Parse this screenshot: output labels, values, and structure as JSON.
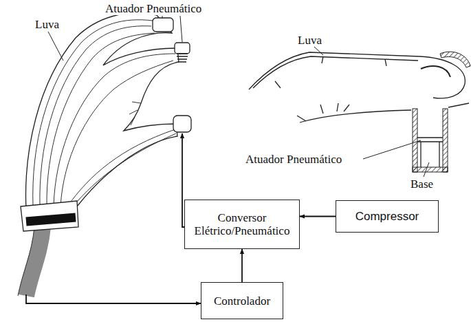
{
  "diagram": {
    "nodes": [
      {
        "text": [
          "Conversor Elétrico/Pneumático"
        ]
      },
      {
        "text": [
          "Compressor"
        ]
      },
      {
        "text": [
          "Controlador"
        ]
      }
    ],
    "edges": [
      {
        "from": 1,
        "to": 0,
        "arrow": "to"
      },
      {
        "from": 2,
        "to": 0,
        "arrow": "to"
      }
    ],
    "labels": [
      "Luva",
      "Atuador Pneumático",
      "Luva",
      "Atuador Pneumático",
      "Base"
    ]
  }
}
